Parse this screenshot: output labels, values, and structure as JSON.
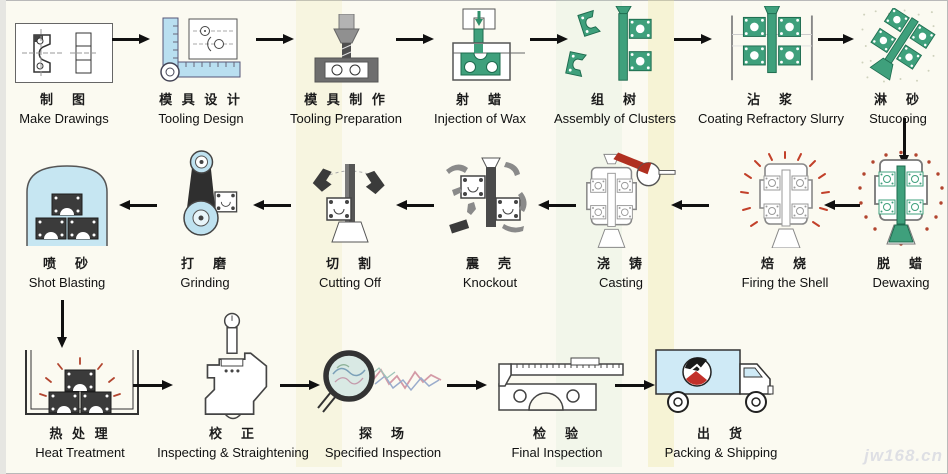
{
  "diagram_title": "Investment casting process flow",
  "watermark": "jw168.cn",
  "colors": {
    "background": "#fbfaf1",
    "wax_green": "#3fa07c",
    "wax_green_dark": "#1d6b4e",
    "light_blue": "#c6e6f2",
    "heat_red": "#b2452f",
    "arrow_black": "#101010",
    "part_dark": "#3b3b3b"
  },
  "rows": [
    {
      "name": "wax-and-shell-building",
      "direction": "left-to-right",
      "steps": [
        {
          "zh": "制　图",
          "en": "Make Drawings",
          "icon": "make-drawings"
        },
        {
          "zh": "模 具 设 计",
          "en": "Tooling Design",
          "icon": "tooling-design"
        },
        {
          "zh": "模 具 制 作",
          "en": "Tooling Preparation",
          "icon": "tooling-preparation"
        },
        {
          "zh": "射　蜡",
          "en": "Injection of Wax",
          "icon": "wax-injection"
        },
        {
          "zh": "组　树",
          "en": "Assembly of Clusters",
          "icon": "cluster-tree"
        },
        {
          "zh": "沾　浆",
          "en": "Coating Refractory Slurry",
          "icon": "slurry-tank"
        },
        {
          "zh": "淋　砂",
          "en": "Stucooing",
          "icon": "sand-stucco"
        }
      ]
    },
    {
      "name": "casting-and-finishing",
      "direction": "right-to-left",
      "steps": [
        {
          "zh": "喷　砂",
          "en": "Shot Blasting",
          "icon": "blast-chamber"
        },
        {
          "zh": "打　磨",
          "en": "Grinding",
          "icon": "belt-grinder"
        },
        {
          "zh": "切　割",
          "en": "Cutting Off",
          "icon": "cutters"
        },
        {
          "zh": "震　壳",
          "en": "Knockout",
          "icon": "shell-breakout"
        },
        {
          "zh": "浇　铸",
          "en": "Casting",
          "icon": "pouring-ladle"
        },
        {
          "zh": "焙　烧",
          "en": "Firing the Shell",
          "icon": "fired-shell"
        },
        {
          "zh": "脱　蜡",
          "en": "Dewaxing",
          "icon": "dewax-shell"
        }
      ]
    },
    {
      "name": "inspection-and-shipping",
      "direction": "left-to-right",
      "steps": [
        {
          "zh": "热 处 理",
          "en": "Heat Treatment",
          "icon": "furnace"
        },
        {
          "zh": "校　正",
          "en": "Inspecting & Straightening",
          "icon": "press-gauge"
        },
        {
          "zh": "探　场",
          "en": "Specified Inspection",
          "icon": "magnifier-trace"
        },
        {
          "zh": "检　验",
          "en": "Final Inspection",
          "icon": "caliper"
        },
        {
          "zh": "出　货",
          "en": "Packing & Shipping",
          "icon": "truck"
        }
      ]
    }
  ]
}
